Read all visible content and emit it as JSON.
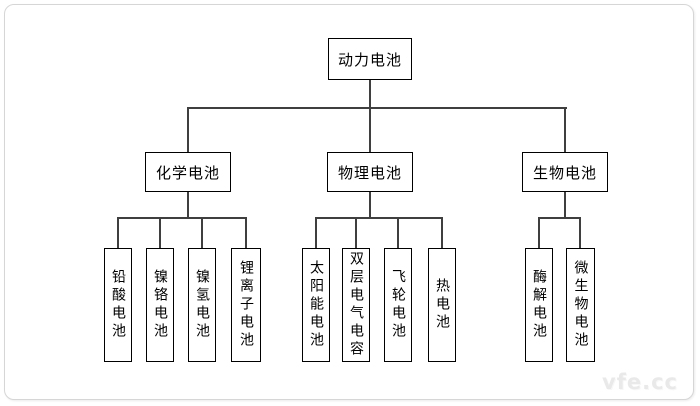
{
  "diagram": {
    "root": {
      "label": "动力电池"
    },
    "branches": [
      {
        "label": "化学电池",
        "children": [
          {
            "label": "铅酸电池"
          },
          {
            "label": "镍铬电池"
          },
          {
            "label": "镍氢电池"
          },
          {
            "label": "锂离子电池"
          }
        ]
      },
      {
        "label": "物理电池",
        "children": [
          {
            "label": "太阳能电池"
          },
          {
            "label": "双层电气电容"
          },
          {
            "label": "飞轮电池"
          },
          {
            "label": "热电池"
          }
        ]
      },
      {
        "label": "生物电池",
        "children": [
          {
            "label": "酶解电池"
          },
          {
            "label": "微生物电池"
          }
        ]
      }
    ]
  },
  "watermark": {
    "text": "vfe.cc"
  },
  "colors": {
    "connector": "#3f3f3f",
    "box_border": "#000000",
    "background": "#ffffff",
    "watermark_text": "#e9e9e9"
  }
}
